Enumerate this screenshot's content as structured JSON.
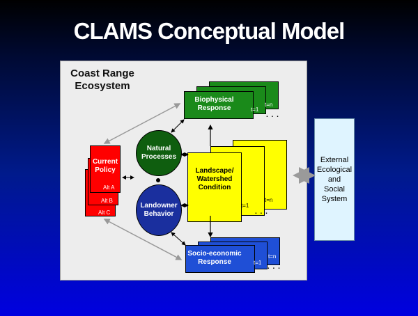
{
  "title": "CLAMS Conceptual Model",
  "ecosystem_label_line1": "Coast Range",
  "ecosystem_label_line2": "Ecosystem",
  "biophysical": {
    "label_line1": "Biophysical",
    "label_line2": "Response",
    "t1": "t=1",
    "tn": "t=n",
    "dots": ". . ."
  },
  "socioeconomic": {
    "label_line1": "Socio-economic",
    "label_line2": "Response",
    "t1": "t=1",
    "tn": "t=n",
    "dots": ". . ."
  },
  "landscape": {
    "label_line1": "Landscape/",
    "label_line2": "Watershed",
    "label_line3": "Condition",
    "t1": "t=1",
    "tn": "t=n",
    "dots": ". . ."
  },
  "policy": {
    "label_line1": "Current",
    "label_line2": "Policy",
    "alt_a": "Alt A",
    "alt_b": "Alt B",
    "alt_c": "Alt C"
  },
  "natural": {
    "label_line1": "Natural",
    "label_line2": "Processes"
  },
  "landowner": {
    "label_line1": "Landowner",
    "label_line2": "Behavior"
  },
  "external": {
    "line1": "External",
    "line2": "Ecological",
    "line3": "and",
    "line4": "Social",
    "line5": "System"
  },
  "colors": {
    "green": "#1a8a1a",
    "blue": "#1f4fd6",
    "yellow": "#ffff00",
    "red": "#ff0000",
    "ellipse_green": "#0f5e0f",
    "ellipse_blue": "#1a2f9e",
    "external": "#dff4ff"
  }
}
